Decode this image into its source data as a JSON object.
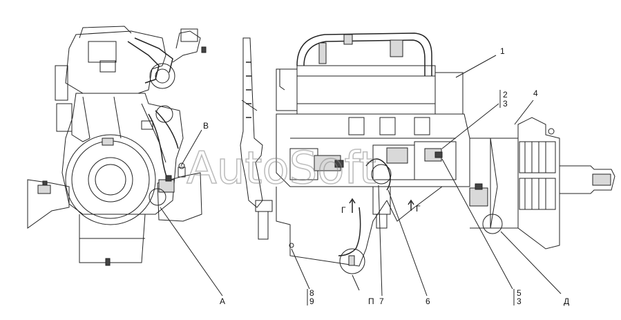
{
  "watermark": "AutoSoft",
  "callouts": {
    "c1": "1",
    "c2": "2",
    "c3a": "3",
    "c4": "4",
    "c5": "5",
    "c3b": "3",
    "c6": "6",
    "c7": "7",
    "c8": "8",
    "c9": "9",
    "cA": "А",
    "cB": "В",
    "cP": "П",
    "cD": "Д",
    "cG1": "Г",
    "cG2": "Г"
  }
}
